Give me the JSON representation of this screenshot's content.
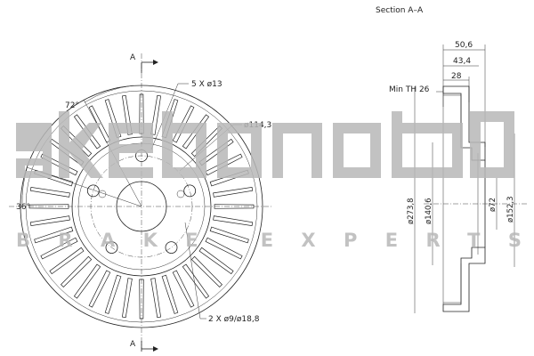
{
  "diagram": {
    "section_title": "Section A–A",
    "section_marker": "A",
    "front_view": {
      "bolt_callout": "5 X ø13",
      "pcd_callout": "ø114,3",
      "locator_callout": "2 X ø9/ø18,8",
      "angle_top": "72°",
      "angle_left": "36°",
      "bolt_count": 5,
      "vent_count": 40
    },
    "section_view": {
      "dim_overall": "50,6",
      "dim_mid": "43,4",
      "dim_inner": "28",
      "min_th": "Min TH 26",
      "dia_outer": "ø273,8",
      "dia_hat": "ø140,6",
      "dia_bore": "ø72",
      "dia_hub": "ø152,3"
    }
  },
  "watermark": {
    "brand": "akebono",
    "tagline": "BRAKE EXPERTS",
    "color": "#b8b8b8"
  }
}
